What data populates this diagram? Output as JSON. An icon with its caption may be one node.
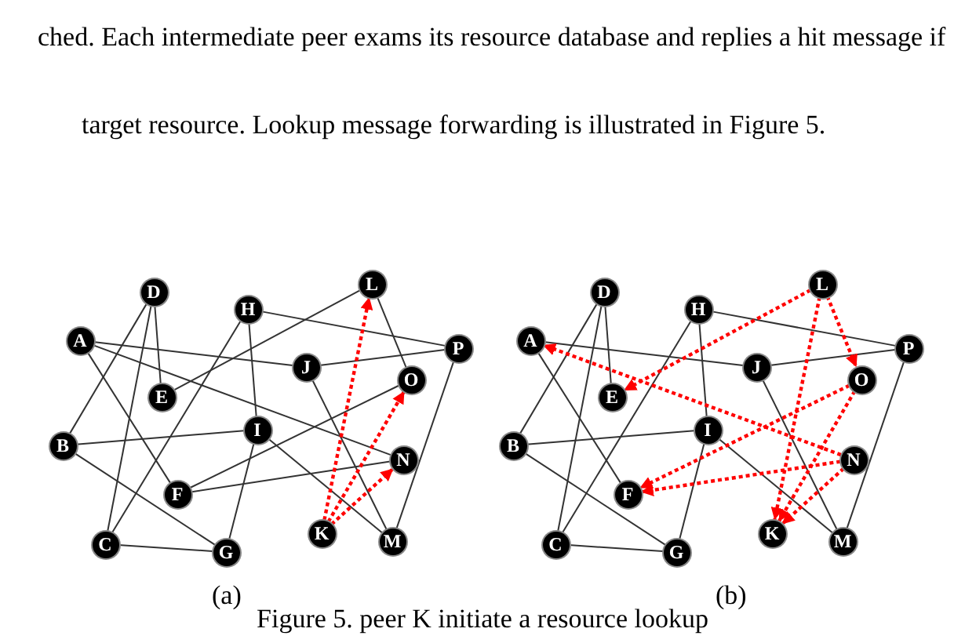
{
  "diagram": {
    "caption": "Figure 5. peer K initiate a resource lookup",
    "nodes": [
      {
        "text": [
          "D"
        ]
      },
      {
        "text": [
          "H"
        ]
      },
      {
        "text": [
          "L"
        ]
      },
      {
        "text": [
          "A"
        ]
      },
      {
        "text": [
          "J"
        ]
      },
      {
        "text": [
          "P"
        ]
      },
      {
        "text": [
          "E"
        ]
      },
      {
        "text": [
          "O"
        ]
      },
      {
        "text": [
          "B"
        ]
      },
      {
        "text": [
          "I"
        ]
      },
      {
        "text": [
          "N"
        ]
      },
      {
        "text": [
          "F"
        ]
      },
      {
        "text": [
          "K"
        ]
      },
      {
        "text": [
          "M"
        ]
      },
      {
        "text": [
          "C"
        ]
      },
      {
        "text": [
          "G"
        ]
      },
      {
        "text": [
          "D"
        ]
      },
      {
        "text": [
          "H"
        ]
      },
      {
        "text": [
          "L"
        ]
      },
      {
        "text": [
          "A"
        ]
      },
      {
        "text": [
          "J"
        ]
      },
      {
        "text": [
          "P"
        ]
      },
      {
        "text": [
          "E"
        ]
      },
      {
        "text": [
          "O"
        ]
      },
      {
        "text": [
          "B"
        ]
      },
      {
        "text": [
          "I"
        ]
      },
      {
        "text": [
          "N"
        ]
      },
      {
        "text": [
          "F"
        ]
      },
      {
        "text": [
          "K"
        ]
      },
      {
        "text": [
          "M"
        ]
      },
      {
        "text": [
          "C"
        ]
      },
      {
        "text": [
          "G"
        ]
      }
    ],
    "edges": [
      {
        "from": 3,
        "to": 4,
        "arrow": "none"
      },
      {
        "from": 4,
        "to": 5,
        "arrow": "none"
      },
      {
        "from": 3,
        "to": 10,
        "arrow": "none"
      },
      {
        "from": 3,
        "to": 11,
        "arrow": "none"
      },
      {
        "from": 0,
        "to": 8,
        "arrow": "none"
      },
      {
        "from": 0,
        "to": 14,
        "arrow": "none"
      },
      {
        "from": 0,
        "to": 6,
        "arrow": "none"
      },
      {
        "from": 1,
        "to": 5,
        "arrow": "none"
      },
      {
        "from": 1,
        "to": 14,
        "arrow": "none"
      },
      {
        "from": 1,
        "to": 9,
        "arrow": "none"
      },
      {
        "from": 2,
        "to": 6,
        "arrow": "none"
      },
      {
        "from": 2,
        "to": 7,
        "arrow": "none"
      },
      {
        "from": 8,
        "to": 9,
        "arrow": "none"
      },
      {
        "from": 9,
        "to": 15,
        "arrow": "none"
      },
      {
        "from": 9,
        "to": 13,
        "arrow": "none"
      },
      {
        "from": 7,
        "to": 11,
        "arrow": "none"
      },
      {
        "from": 10,
        "to": 11,
        "arrow": "none"
      },
      {
        "from": 8,
        "to": 15,
        "arrow": "none"
      },
      {
        "from": 14,
        "to": 15,
        "arrow": "none"
      },
      {
        "from": 4,
        "to": 13,
        "arrow": "none"
      },
      {
        "from": 5,
        "to": 13,
        "arrow": "none"
      },
      {
        "from": 12,
        "to": 2,
        "arrow": "to",
        "style": "dashed",
        "color": "#ff0000"
      },
      {
        "from": 12,
        "to": 7,
        "arrow": "to",
        "style": "dashed",
        "color": "#ff0000"
      },
      {
        "from": 12,
        "to": 10,
        "arrow": "to",
        "style": "dashed",
        "color": "#ff0000"
      },
      {
        "from": 19,
        "to": 20,
        "arrow": "none"
      },
      {
        "from": 20,
        "to": 21,
        "arrow": "none"
      },
      {
        "from": 19,
        "to": 27,
        "arrow": "none"
      },
      {
        "from": 16,
        "to": 24,
        "arrow": "none"
      },
      {
        "from": 16,
        "to": 30,
        "arrow": "none"
      },
      {
        "from": 16,
        "to": 22,
        "arrow": "none"
      },
      {
        "from": 17,
        "to": 21,
        "arrow": "none"
      },
      {
        "from": 17,
        "to": 30,
        "arrow": "none"
      },
      {
        "from": 17,
        "to": 25,
        "arrow": "none"
      },
      {
        "from": 24,
        "to": 25,
        "arrow": "none"
      },
      {
        "from": 25,
        "to": 31,
        "arrow": "none"
      },
      {
        "from": 25,
        "to": 29,
        "arrow": "none"
      },
      {
        "from": 24,
        "to": 31,
        "arrow": "none"
      },
      {
        "from": 30,
        "to": 31,
        "arrow": "none"
      },
      {
        "from": 20,
        "to": 29,
        "arrow": "none"
      },
      {
        "from": 21,
        "to": 29,
        "arrow": "none"
      },
      {
        "from": 18,
        "to": 22,
        "arrow": "to",
        "style": "dashed",
        "color": "#ff0000"
      },
      {
        "from": 18,
        "to": 23,
        "arrow": "to",
        "style": "dashed",
        "color": "#ff0000"
      },
      {
        "from": 18,
        "to": 28,
        "arrow": "to",
        "style": "dashed",
        "color": "#ff0000"
      },
      {
        "from": 26,
        "to": 19,
        "arrow": "to",
        "style": "dashed",
        "color": "#ff0000"
      },
      {
        "from": 26,
        "to": 27,
        "arrow": "to",
        "style": "dashed",
        "color": "#ff0000"
      },
      {
        "from": 26,
        "to": 28,
        "arrow": "to",
        "style": "dashed",
        "color": "#ff0000"
      },
      {
        "from": 23,
        "to": 27,
        "arrow": "to",
        "style": "dashed",
        "color": "#ff0000"
      },
      {
        "from": 23,
        "to": 28,
        "arrow": "to",
        "style": "dashed",
        "color": "#ff0000"
      }
    ],
    "labels": [
      "ched. Each intermediate peer exams its resource database and replies a hit message if",
      "target resource. Lookup message forwarding is illustrated in Figure 5.",
      "(a)",
      "(b)"
    ]
  }
}
